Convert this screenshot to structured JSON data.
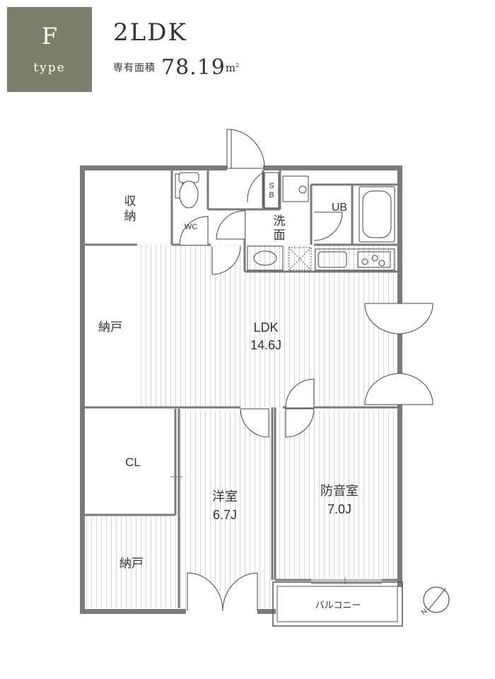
{
  "header": {
    "type_letter": "F",
    "type_word": "type",
    "plan": "2LDK",
    "area_label": "専有面積",
    "area_value": "78.19",
    "area_unit": "m",
    "area_unit_sup": "2"
  },
  "rooms": {
    "storage_top_1": "収",
    "storage_top_2": "納",
    "wc": "WC",
    "sb_1": "S",
    "sb_2": "B",
    "ub": "UB",
    "washroom_1": "洗",
    "washroom_2": "面",
    "nando_top": "納戸",
    "ldk_name": "LDK",
    "ldk_size": "14.6J",
    "closet": "CL",
    "western_name": "洋室",
    "western_size": "6.7J",
    "soundproof_name": "防音室",
    "soundproof_size": "7.0J",
    "nando_bottom": "納戸",
    "balcony": "バルコニー"
  },
  "compass": {
    "label": "N"
  },
  "colors": {
    "badge": "#7b7f6a",
    "wall": "#7a7a7a",
    "floor_stripe": "#d4d4d4"
  }
}
